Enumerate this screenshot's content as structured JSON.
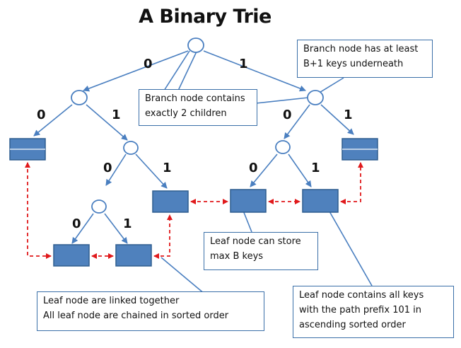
{
  "title": "A Binary Trie",
  "edge_labels": {
    "root_left": "0",
    "root_right": "1",
    "a_left": "0",
    "a_right": "1",
    "b_left": "0",
    "b_right": "1",
    "c_left": "0",
    "c_right": "1",
    "d_left": "0",
    "d_right": "1",
    "e_left": "0",
    "e_right": "1"
  },
  "callouts": {
    "branch_children": [
      "Branch node contains",
      "exactly 2 children"
    ],
    "branch_keys": [
      "Branch node has at least",
      "B+1 keys underneath"
    ],
    "leaf_store": [
      "Leaf node can store",
      "max B keys"
    ],
    "leaf_linked": [
      "Leaf node are linked together",
      "All leaf node are chained in sorted order"
    ],
    "leaf_prefix": [
      "Leaf node contains all keys",
      "with the path prefix 101 in",
      "ascending sorted order"
    ]
  },
  "colors": {
    "edge": "#4a7fc0",
    "leaf_fill": "#4f81bd",
    "leaf_border": "#2f5d8f",
    "link": "#e0191b",
    "callout_border": "#3a6fa8"
  }
}
